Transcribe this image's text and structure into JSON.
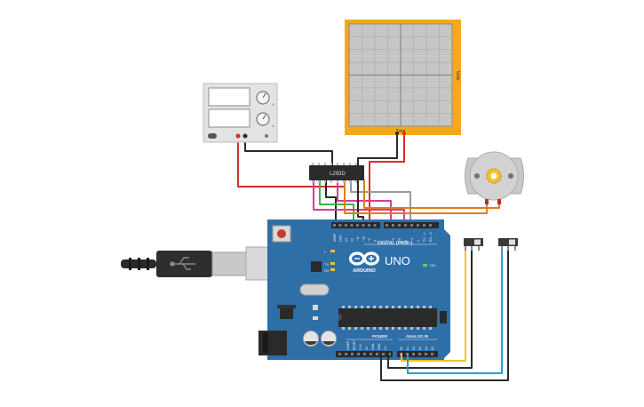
{
  "oscilloscope": {
    "x_axis_label": "Time",
    "y_axis_label": "Volts",
    "frame_color": "#f5a81c",
    "screen_color": "#c6c6c6"
  },
  "power_supply": {
    "knob_labels": [
      "V",
      "A"
    ],
    "body_color": "#e3e3e3"
  },
  "driver_chip": {
    "label": "L293D",
    "body_color": "#2b2b2b"
  },
  "dc_motor": {
    "body_color": "#c8c8c8",
    "shaft_color": "#f2c232"
  },
  "arduino": {
    "brand": "ARDUINO",
    "model": "UNO",
    "digital_header_label": "DIGITAL (PWM~)",
    "power_header_label": "POWER",
    "analog_header_label": "ANALOG IN",
    "on_led_label": "ON",
    "tx_label": "TX",
    "rx_label": "RX",
    "l_label": "L",
    "top_pin_labels": [
      "AREF",
      "GND",
      "13",
      "12",
      "~11",
      "~10",
      "~9",
      "8",
      "7",
      "~6",
      "~5",
      "4",
      "~3",
      "2",
      "TX→1",
      "RX←0"
    ],
    "power_pin_labels": [
      "IOREF",
      "RESET",
      "3.3V",
      "5V",
      "GND",
      "GND",
      "Vin"
    ],
    "analog_pin_labels": [
      "A0",
      "A1",
      "A2",
      "A3",
      "A4",
      "A5"
    ],
    "board_color": "#2f6fa8"
  },
  "slide_switches": {
    "count": 2,
    "body_color": "#3a3a3a"
  },
  "wire_colors": {
    "red": "#d42c2c",
    "black": "#2a2a2a",
    "orange": "#e07d1f",
    "green": "#46b04a",
    "magenta": "#d63aa0",
    "gray": "#9a9a9a",
    "yellow": "#f0c419",
    "blue": "#2a9fd0"
  }
}
